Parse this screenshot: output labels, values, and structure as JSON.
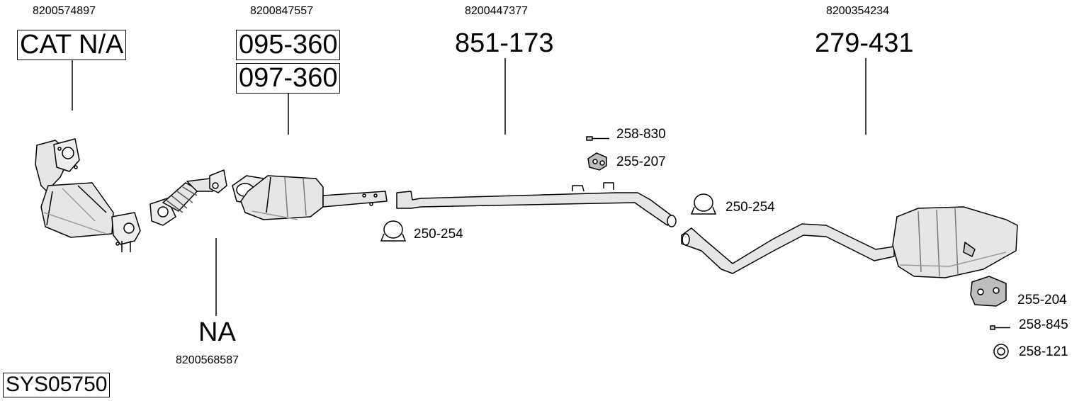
{
  "diagram_code": "SYS05750",
  "sections": [
    {
      "oem": "8200574897",
      "parts": [
        "CAT N/A"
      ],
      "component": "catalytic-converter-front"
    },
    {
      "oem": "8200568587",
      "parts": [
        "NA"
      ],
      "component": "flex-pipe"
    },
    {
      "oem": "8200847557",
      "parts": [
        "095-360",
        "097-360"
      ],
      "component": "catalytic-converter-second"
    },
    {
      "oem": "8200447377",
      "parts": [
        "851-173"
      ],
      "component": "middle-pipe"
    },
    {
      "oem": "8200354234",
      "parts": [
        "279-431"
      ],
      "component": "rear-silencer"
    }
  ],
  "accessories": [
    {
      "code": "258-830",
      "icon": "bolt-icon"
    },
    {
      "code": "255-207",
      "icon": "rubber-mount-icon"
    },
    {
      "code": "250-254",
      "icon": "clamp-icon"
    },
    {
      "code": "250-254",
      "icon": "clamp-icon"
    },
    {
      "code": "255-204",
      "icon": "bracket-icon"
    },
    {
      "code": "258-845",
      "icon": "bolt-icon"
    },
    {
      "code": "258-121",
      "icon": "ring-gasket-icon"
    }
  ],
  "colors": {
    "line": "#000000",
    "part_fill": "#e6e6e6",
    "part_shade": "#bdbdbd"
  }
}
